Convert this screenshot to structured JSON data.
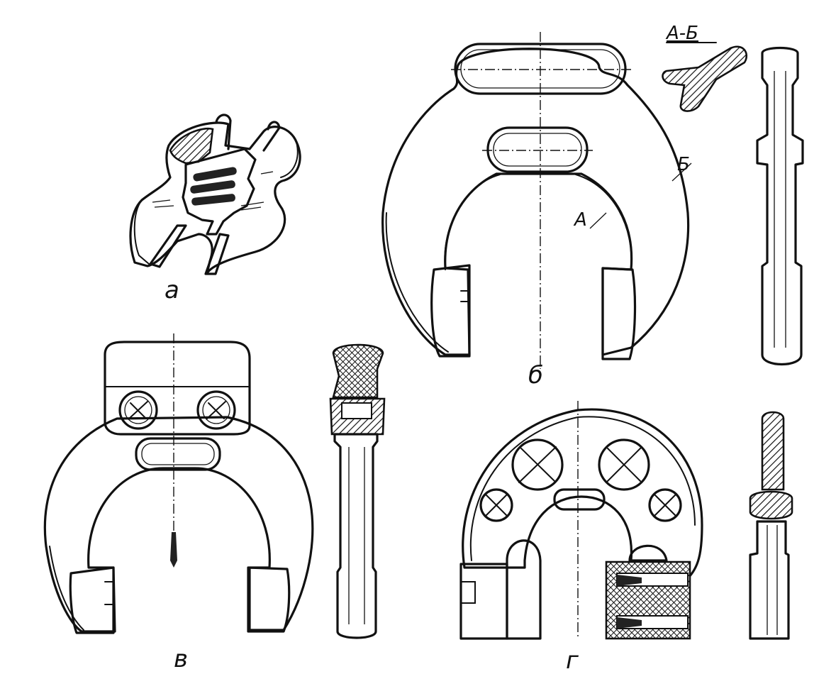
{
  "figure": {
    "labels": {
      "a": "а",
      "b": "б",
      "v": "в",
      "g": "г"
    },
    "section_title": "А-Б",
    "markers": {
      "a_mark": "А",
      "b_mark": "Б"
    }
  }
}
